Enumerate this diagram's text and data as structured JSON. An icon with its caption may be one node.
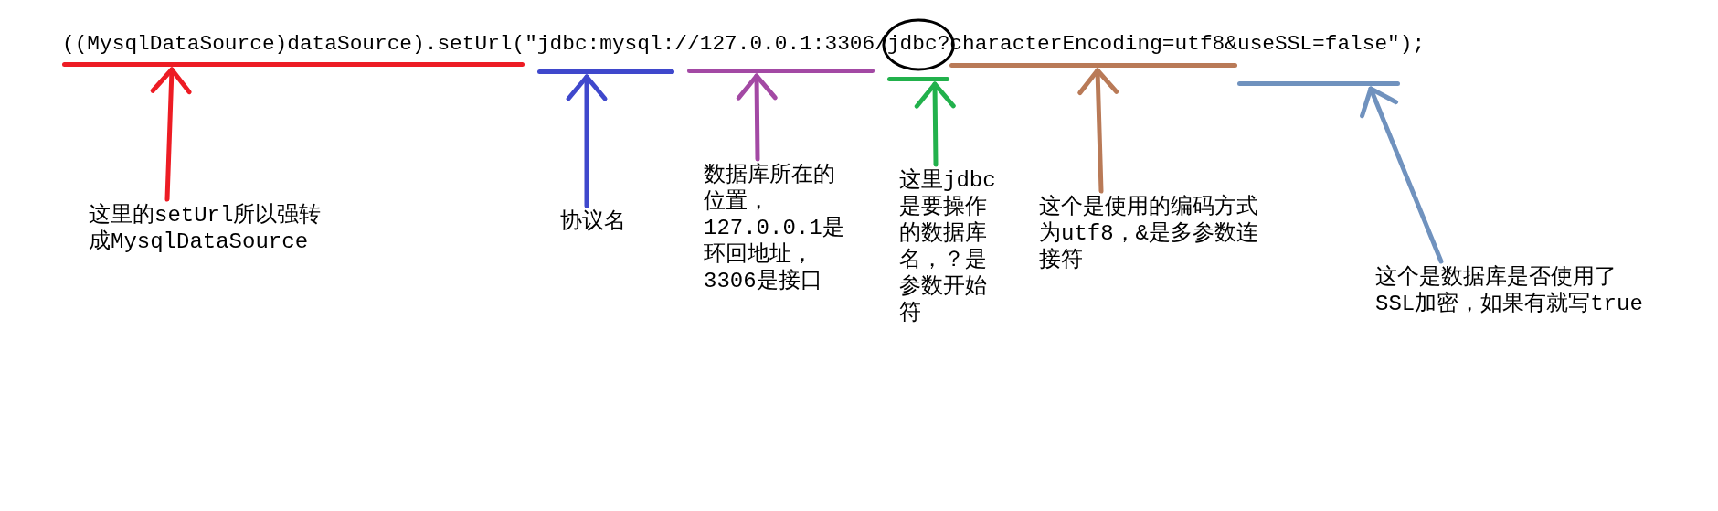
{
  "diagram": {
    "nodes": [
      {
        "text": [],
        "shape": "line"
      },
      {
        "text": [],
        "shape": "line"
      },
      {
        "text": [],
        "shape": "line"
      },
      {
        "text": [],
        "shape": "line"
      },
      {
        "text": [],
        "shape": "line"
      },
      {
        "text": [],
        "shape": "line"
      },
      {
        "text": [
          "这里的setUrl所以强转成MysqlDataSource"
        ]
      },
      {
        "text": [
          "协议名"
        ]
      },
      {
        "text": [
          "数据库所在的位置，127.0.0.1是环回地址，3306是接口"
        ]
      },
      {
        "text": [
          "这里jdbc是要操作的数据库名，？是参数开始符"
        ]
      },
      {
        "text": [
          "这个是使用的编码方式为utf8，&是多参数连接符"
        ]
      },
      {
        "text": [
          "这个是数据库是否使用了SSL加密，如果有就写true"
        ]
      }
    ],
    "edges": [
      {
        "from": 6,
        "to": 0,
        "arrow": "to",
        "color": "#ed1c24"
      },
      {
        "from": 7,
        "to": 1,
        "arrow": "to",
        "color": "#3f48cc"
      },
      {
        "from": 8,
        "to": 2,
        "arrow": "to",
        "color": "#a349a4"
      },
      {
        "from": 9,
        "to": 3,
        "arrow": "to",
        "color": "#22b14c"
      },
      {
        "from": 10,
        "to": 4,
        "arrow": "to",
        "color": "#b97a57"
      },
      {
        "from": 11,
        "to": 5,
        "arrow": "to",
        "color": "#7092be"
      }
    ],
    "labels": [
      "((MysqlDataSource)dataSource).setUrl(\"jdbc:mysql://127.0.0.1:3306/jdbc?characterEncoding=utf8&useSSL=false\");"
    ]
  }
}
